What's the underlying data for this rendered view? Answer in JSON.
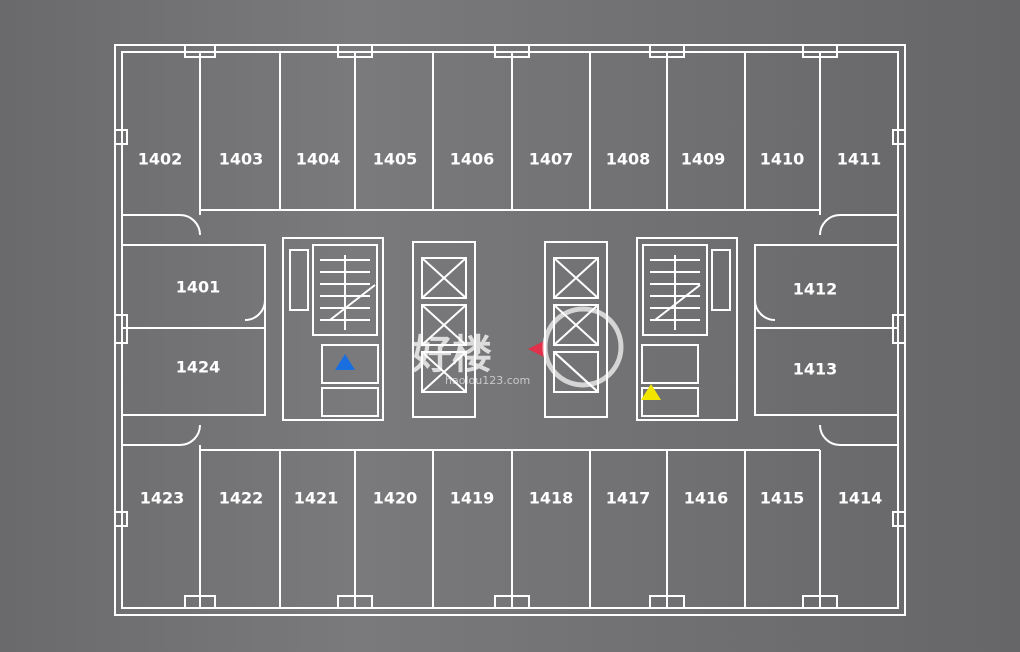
{
  "rooms_top": [
    "1402",
    "1403",
    "1404",
    "1405",
    "1406",
    "1407",
    "1408",
    "1409",
    "1410",
    "1411"
  ],
  "rooms_bottom": [
    "1423",
    "1422",
    "1421",
    "1420",
    "1419",
    "1418",
    "1417",
    "1416",
    "1415",
    "1414"
  ],
  "rooms_left": [
    "1401",
    "1424"
  ],
  "rooms_right": [
    "1412",
    "1413"
  ],
  "markers": [
    {
      "name": "blue-triangle-marker",
      "color": "#1a6fe0"
    },
    {
      "name": "red-triangle-marker",
      "color": "#e0304a"
    },
    {
      "name": "yellow-triangle-marker",
      "color": "#f2e600"
    }
  ],
  "watermark": {
    "logo_text": "好楼",
    "url_text": "haolou123.com"
  },
  "colors": {
    "line": "#ffffff",
    "background": "#6e6e70"
  }
}
